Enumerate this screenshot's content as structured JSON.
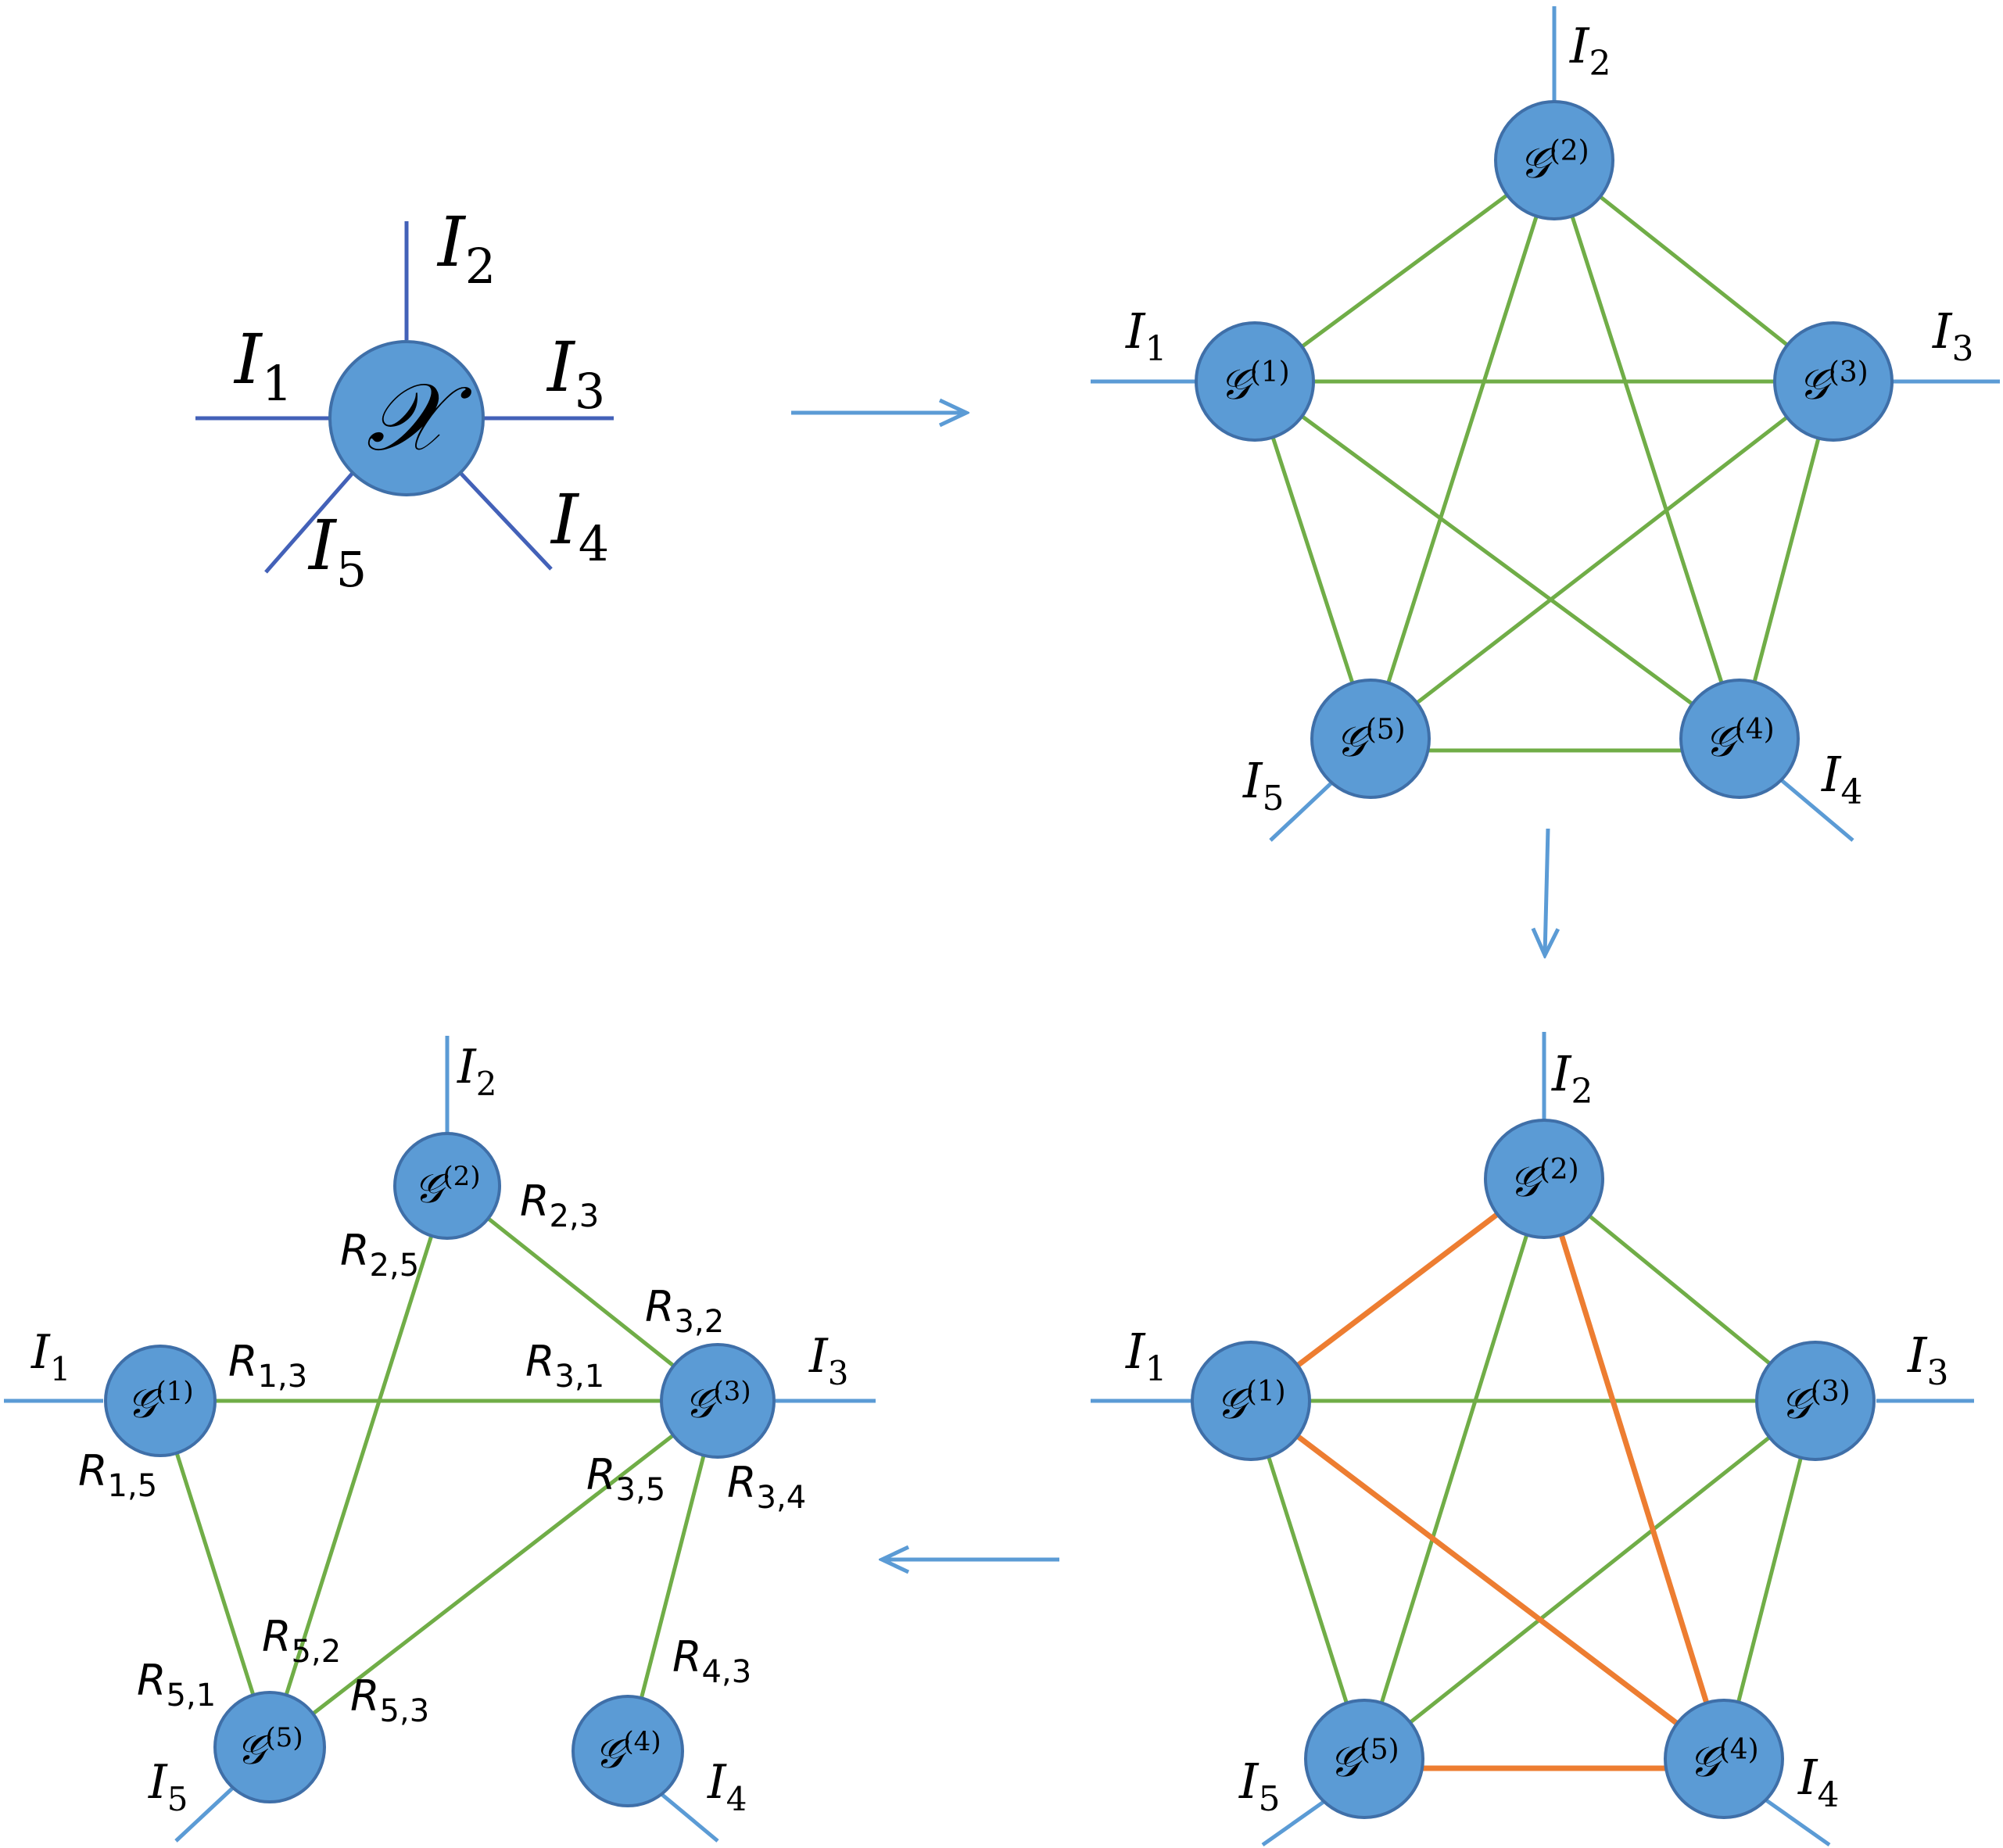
{
  "colors": {
    "node_fill": "#5b9bd5",
    "node_stroke": "#3f6fa8",
    "index_edge": "#5b9bd5",
    "index_edge_dark": "#4361b8",
    "green_edge": "#70ad47",
    "orange_edge": "#ed7d31",
    "arrow": "#5b9bd5"
  },
  "panel_a": {
    "node_label": "𝒳",
    "indices": [
      "I",
      "I",
      "I",
      "I",
      "I"
    ],
    "subscripts": [
      "1",
      "2",
      "3",
      "4",
      "5"
    ]
  },
  "panel_b": {
    "nodes": [
      {
        "base": "𝒢",
        "sup": "(1)"
      },
      {
        "base": "𝒢",
        "sup": "(2)"
      },
      {
        "base": "𝒢",
        "sup": "(3)"
      },
      {
        "base": "𝒢",
        "sup": "(4)"
      },
      {
        "base": "𝒢",
        "sup": "(5)"
      }
    ],
    "indices": [
      "1",
      "2",
      "3",
      "4",
      "5"
    ],
    "edges": [
      [
        1,
        2
      ],
      [
        1,
        3
      ],
      [
        1,
        4
      ],
      [
        1,
        5
      ],
      [
        2,
        3
      ],
      [
        2,
        4
      ],
      [
        2,
        5
      ],
      [
        3,
        4
      ],
      [
        3,
        5
      ],
      [
        4,
        5
      ]
    ]
  },
  "panel_c": {
    "nodes": [
      {
        "base": "𝒢",
        "sup": "(1)"
      },
      {
        "base": "𝒢",
        "sup": "(2)"
      },
      {
        "base": "𝒢",
        "sup": "(3)"
      },
      {
        "base": "𝒢",
        "sup": "(4)"
      },
      {
        "base": "𝒢",
        "sup": "(5)"
      }
    ],
    "indices": [
      "1",
      "2",
      "3",
      "4",
      "5"
    ],
    "green_edges": [
      [
        1,
        3
      ],
      [
        1,
        5
      ],
      [
        2,
        3
      ],
      [
        2,
        5
      ],
      [
        3,
        4
      ],
      [
        3,
        5
      ]
    ],
    "orange_edges": [
      [
        1,
        2
      ],
      [
        1,
        4
      ],
      [
        2,
        4
      ],
      [
        4,
        5
      ]
    ]
  },
  "panel_d": {
    "nodes": [
      {
        "base": "𝒢",
        "sup": "(1)"
      },
      {
        "base": "𝒢",
        "sup": "(2)"
      },
      {
        "base": "𝒢",
        "sup": "(3)"
      },
      {
        "base": "𝒢",
        "sup": "(4)"
      },
      {
        "base": "𝒢",
        "sup": "(5)"
      }
    ],
    "indices": [
      "1",
      "2",
      "3",
      "4",
      "5"
    ],
    "edges": [
      [
        1,
        3
      ],
      [
        1,
        5
      ],
      [
        2,
        3
      ],
      [
        2,
        5
      ],
      [
        3,
        4
      ],
      [
        3,
        5
      ]
    ],
    "rank_labels": [
      {
        "base": "R",
        "sub": "2,3"
      },
      {
        "base": "R",
        "sub": "2,5"
      },
      {
        "base": "R",
        "sub": "3,2"
      },
      {
        "base": "R",
        "sub": "1,3"
      },
      {
        "base": "R",
        "sub": "3,1"
      },
      {
        "base": "R",
        "sub": "1,5"
      },
      {
        "base": "R",
        "sub": "3,5"
      },
      {
        "base": "R",
        "sub": "3,4"
      },
      {
        "base": "R",
        "sub": "5,2"
      },
      {
        "base": "R",
        "sub": "4,3"
      },
      {
        "base": "R",
        "sub": "5,1"
      },
      {
        "base": "R",
        "sub": "5,3"
      }
    ]
  }
}
